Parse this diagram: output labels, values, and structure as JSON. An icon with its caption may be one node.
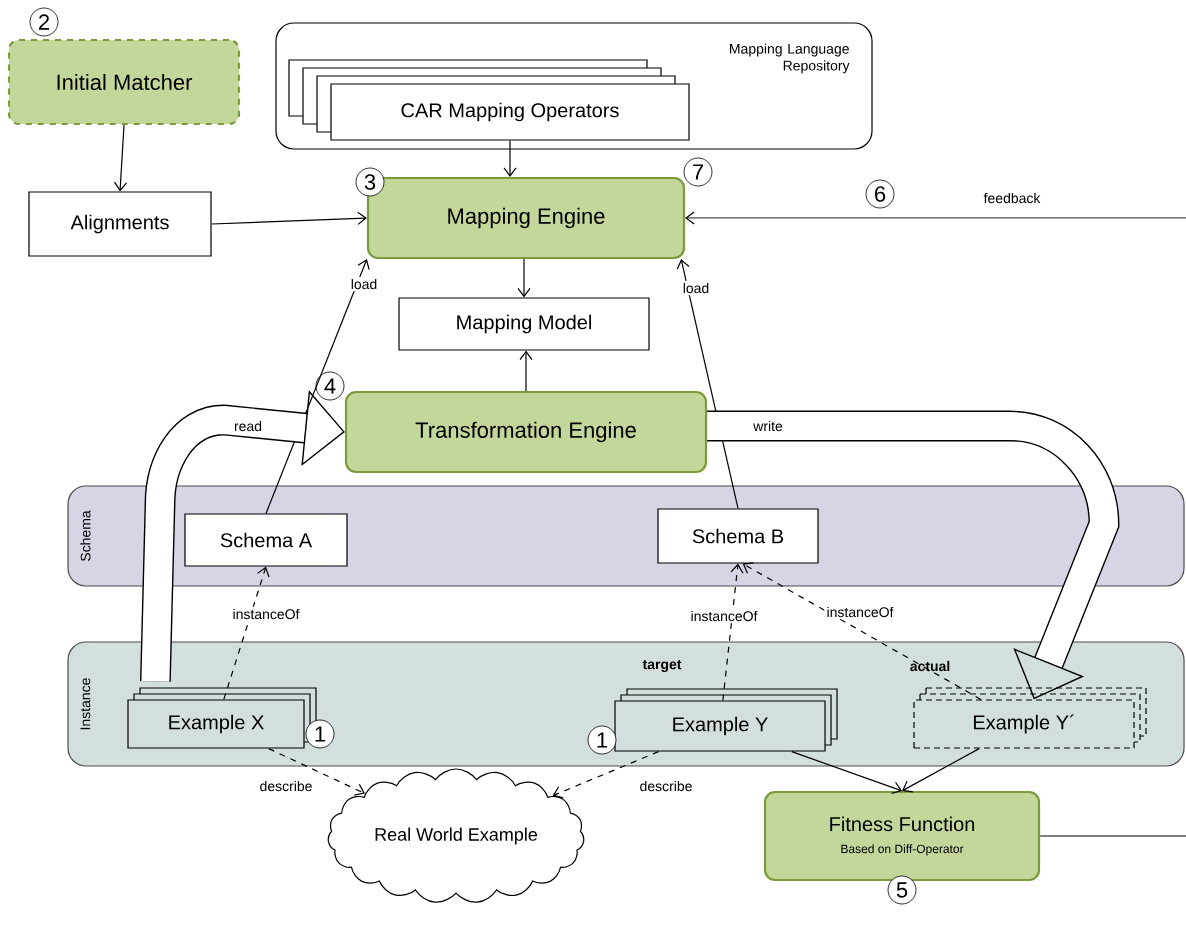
{
  "diagram": {
    "nodes": [
      {
        "text": [
          "Initial Matcher"
        ],
        "beside": [
          "2"
        ]
      },
      {
        "text": [
          "Alignments"
        ]
      },
      {
        "text": [
          "Mapping Language Repository"
        ]
      },
      {
        "text": [
          "CAR Mapping Operators"
        ],
        "in": 2
      },
      {
        "text": [
          "Mapping Engine"
        ],
        "beside": [
          "3",
          "7"
        ]
      },
      {
        "text": [
          "Mapping Model"
        ]
      },
      {
        "text": [
          "Transformation Engine"
        ],
        "beside": [
          "4"
        ]
      },
      {
        "text": [
          "Schema"
        ]
      },
      {
        "text": [
          "Schema A"
        ],
        "in": 7
      },
      {
        "text": [
          "Schema B"
        ],
        "in": 7
      },
      {
        "text": [
          "Instance"
        ]
      },
      {
        "text": [
          "Example X"
        ],
        "in": 10,
        "beside": [
          "1"
        ]
      },
      {
        "text": [
          "Example Y"
        ],
        "in": 10,
        "beside": [
          "target",
          "1"
        ]
      },
      {
        "text": [
          "Example Y´"
        ],
        "in": 10,
        "beside": [
          "actual"
        ]
      },
      {
        "text": [
          "Real World Example"
        ]
      },
      {
        "text": [
          "Fitness Function",
          "Based on Diff-Operator"
        ],
        "beside": [
          "5"
        ]
      }
    ],
    "edges": [
      {
        "from": 0,
        "to": 1,
        "arrow": "to"
      },
      {
        "from": 1,
        "to": 4,
        "arrow": "to"
      },
      {
        "from": 3,
        "to": 4,
        "arrow": "to"
      },
      {
        "from": 4,
        "to": 5,
        "arrow": "to"
      },
      {
        "from": 6,
        "to": 5,
        "arrow": "to"
      },
      {
        "from": 8,
        "to": 4,
        "arrow": "to",
        "label": "load"
      },
      {
        "from": 9,
        "to": 4,
        "arrow": "to",
        "label": "load"
      },
      {
        "from": 11,
        "to": 8,
        "arrow": "to",
        "label": "instanceOf",
        "style": "dashed"
      },
      {
        "from": 12,
        "to": 9,
        "arrow": "to",
        "label": "instanceOf",
        "style": "dashed"
      },
      {
        "from": 13,
        "to": 9,
        "arrow": "to",
        "label": "instanceOf",
        "style": "dashed"
      },
      {
        "from": 11,
        "to": 14,
        "arrow": "to",
        "label": "describe",
        "style": "dashed"
      },
      {
        "from": 12,
        "to": 14,
        "arrow": "to",
        "label": "describe",
        "style": "dashed"
      },
      {
        "from": 12,
        "to": 15,
        "arrow": "to"
      },
      {
        "from": 13,
        "to": 15,
        "arrow": "to"
      },
      {
        "from": null,
        "to": 4,
        "arrow": "to",
        "label": "feedback"
      },
      {
        "from": 15,
        "to": null,
        "arrow": "none"
      },
      {
        "from": 11,
        "to": 6,
        "arrow": "to",
        "label": "read",
        "style": "thick"
      },
      {
        "from": 6,
        "to": 13,
        "arrow": "to",
        "label": "write",
        "style": "thick"
      }
    ],
    "labels": [
      "6"
    ]
  }
}
